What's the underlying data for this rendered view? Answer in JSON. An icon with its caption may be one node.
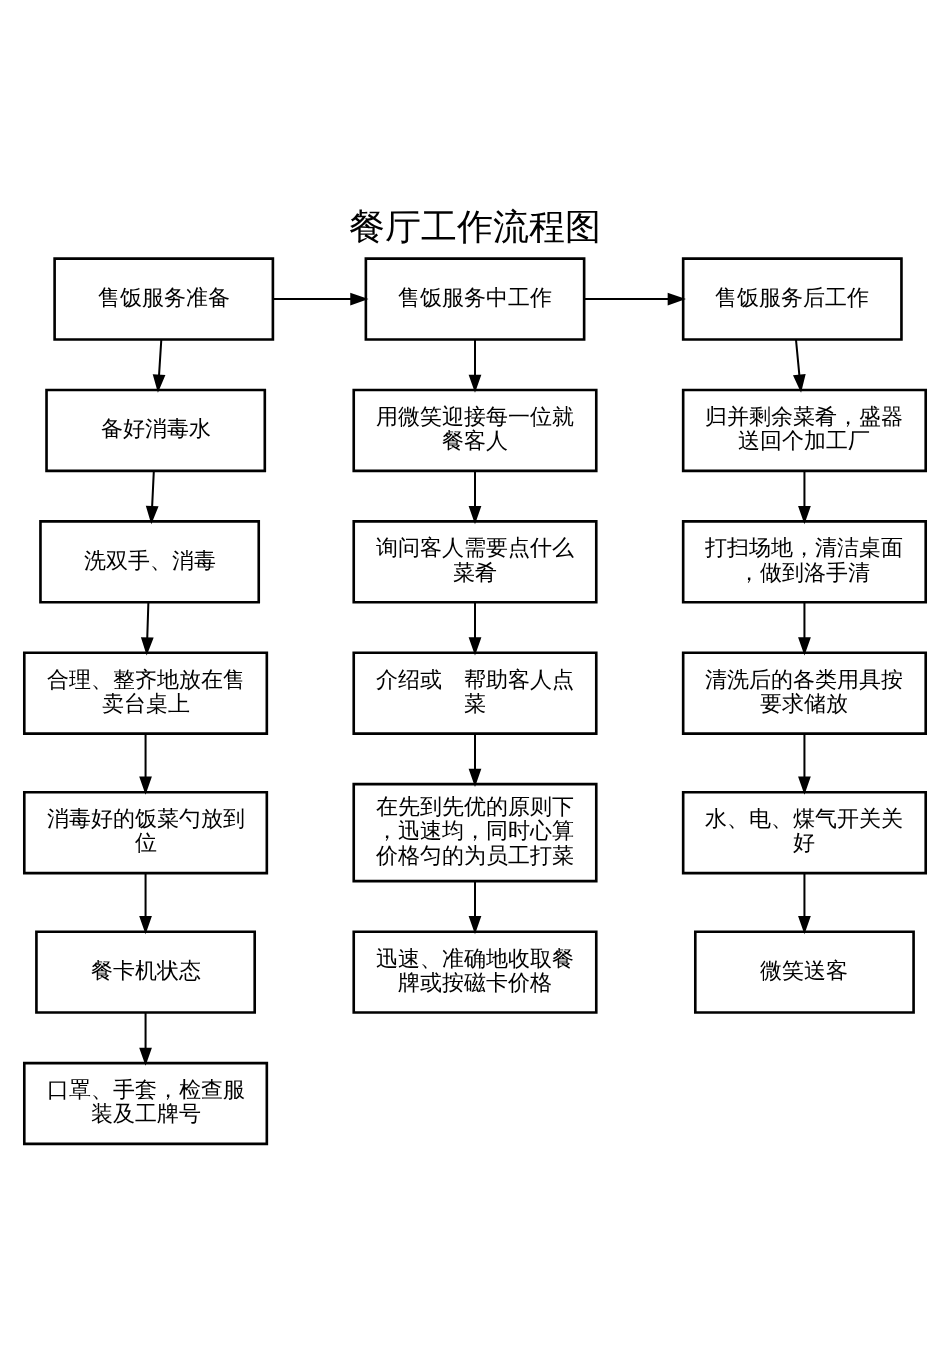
{
  "diagram": {
    "title": "餐厅工作流程图",
    "nodes": [
      {
        "text": [
          "售饭服务准备"
        ]
      },
      {
        "text": [
          "备好消毒水"
        ]
      },
      {
        "text": [
          "洗双手、消毒"
        ]
      },
      {
        "text": [
          "合理、整齐地放在售卖台桌上"
        ]
      },
      {
        "text": [
          "消毒好的饭菜勺放到位"
        ]
      },
      {
        "text": [
          "餐卡机状态"
        ]
      },
      {
        "text": [
          "口罩、手套，检查服装及工牌号"
        ]
      },
      {
        "text": [
          "售饭服务中工作"
        ]
      },
      {
        "text": [
          "用微笑迎接每一位就餐客人"
        ]
      },
      {
        "text": [
          "询问客人需要点什么菜肴"
        ]
      },
      {
        "text": [
          "介绍或　帮助客人点菜"
        ]
      },
      {
        "text": [
          "在先到先优的原则下，迅速均，同时心算价格匀的为员工打菜"
        ]
      },
      {
        "text": [
          "迅速、准确地收取餐牌或按磁卡价格"
        ]
      },
      {
        "text": [
          "售饭服务后工作"
        ]
      },
      {
        "text": [
          "归并剩余菜肴，盛器送回个加工厂"
        ]
      },
      {
        "text": [
          "打扫场地，清洁桌面，做到洛手清"
        ]
      },
      {
        "text": [
          "清洗后的各类用具按要求储放"
        ]
      },
      {
        "text": [
          "水、电、煤气开关关好"
        ]
      },
      {
        "text": [
          "微笑送客"
        ]
      }
    ],
    "edges": [
      {
        "from": 0,
        "to": 7,
        "arrow": "to"
      },
      {
        "from": 7,
        "to": 13,
        "arrow": "to"
      },
      {
        "from": 0,
        "to": 1,
        "arrow": "to"
      },
      {
        "from": 1,
        "to": 2,
        "arrow": "to"
      },
      {
        "from": 2,
        "to": 3,
        "arrow": "to"
      },
      {
        "from": 3,
        "to": 4,
        "arrow": "to"
      },
      {
        "from": 4,
        "to": 5,
        "arrow": "to"
      },
      {
        "from": 5,
        "to": 6,
        "arrow": "to"
      },
      {
        "from": 7,
        "to": 8,
        "arrow": "to"
      },
      {
        "from": 8,
        "to": 9,
        "arrow": "to"
      },
      {
        "from": 9,
        "to": 10,
        "arrow": "to"
      },
      {
        "from": 10,
        "to": 11,
        "arrow": "to"
      },
      {
        "from": 11,
        "to": 12,
        "arrow": "to"
      },
      {
        "from": 13,
        "to": 14,
        "arrow": "to"
      },
      {
        "from": 14,
        "to": 15,
        "arrow": "to"
      },
      {
        "from": 15,
        "to": 16,
        "arrow": "to"
      },
      {
        "from": 16,
        "to": 17,
        "arrow": "to"
      },
      {
        "from": 17,
        "to": 18,
        "arrow": "to"
      }
    ]
  }
}
